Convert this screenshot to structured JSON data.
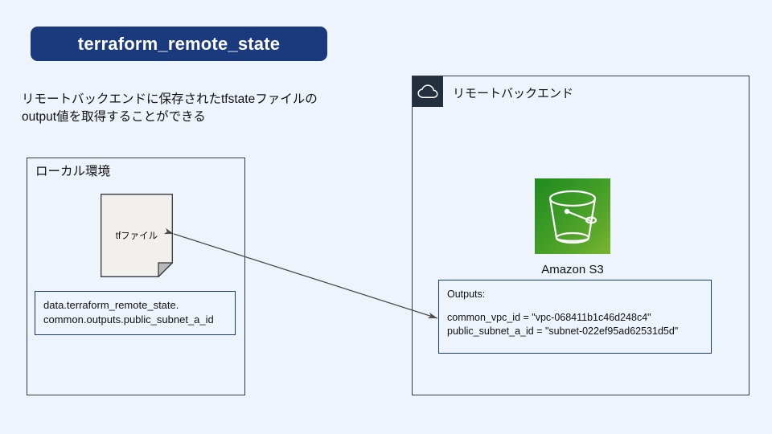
{
  "title": {
    "label": "terraform_remote_state"
  },
  "description": {
    "line1": "リモートバックエンドに保存されたtfstateファイルの",
    "line2": "output値を取得することができる"
  },
  "local": {
    "label": "ローカル環境",
    "file": {
      "label": "tfファイル",
      "icon": "file-document-icon"
    },
    "data_reference": {
      "line1": "data.terraform_remote_state.",
      "line2": "common.outputs.public_subnet_a_id"
    }
  },
  "remote": {
    "label": "リモートバックエンド",
    "icon": "cloud-icon",
    "service": {
      "name": "Amazon S3",
      "icon": "s3-bucket-icon"
    },
    "outputs": {
      "heading": "Outputs:",
      "entries": [
        "common_vpc_id = \"vpc-068411b1c46d248c4\"",
        "public_subnet_a_id = \"subnet-022ef95ad62531d5d\""
      ]
    }
  },
  "connector": {
    "name": "bidirectional-arrow"
  },
  "colors": {
    "background": "#eef4fc",
    "title_pill": "#1b3a7e",
    "navy_border": "#1b3a7e",
    "box_border": "#36393d",
    "cloud_tab": "#232f3e",
    "s3_green_dark": "#1f8b1f",
    "s3_green_light": "#7bb530",
    "file_fill": "#f2f0ed",
    "arrow": "#4d4d4d"
  }
}
